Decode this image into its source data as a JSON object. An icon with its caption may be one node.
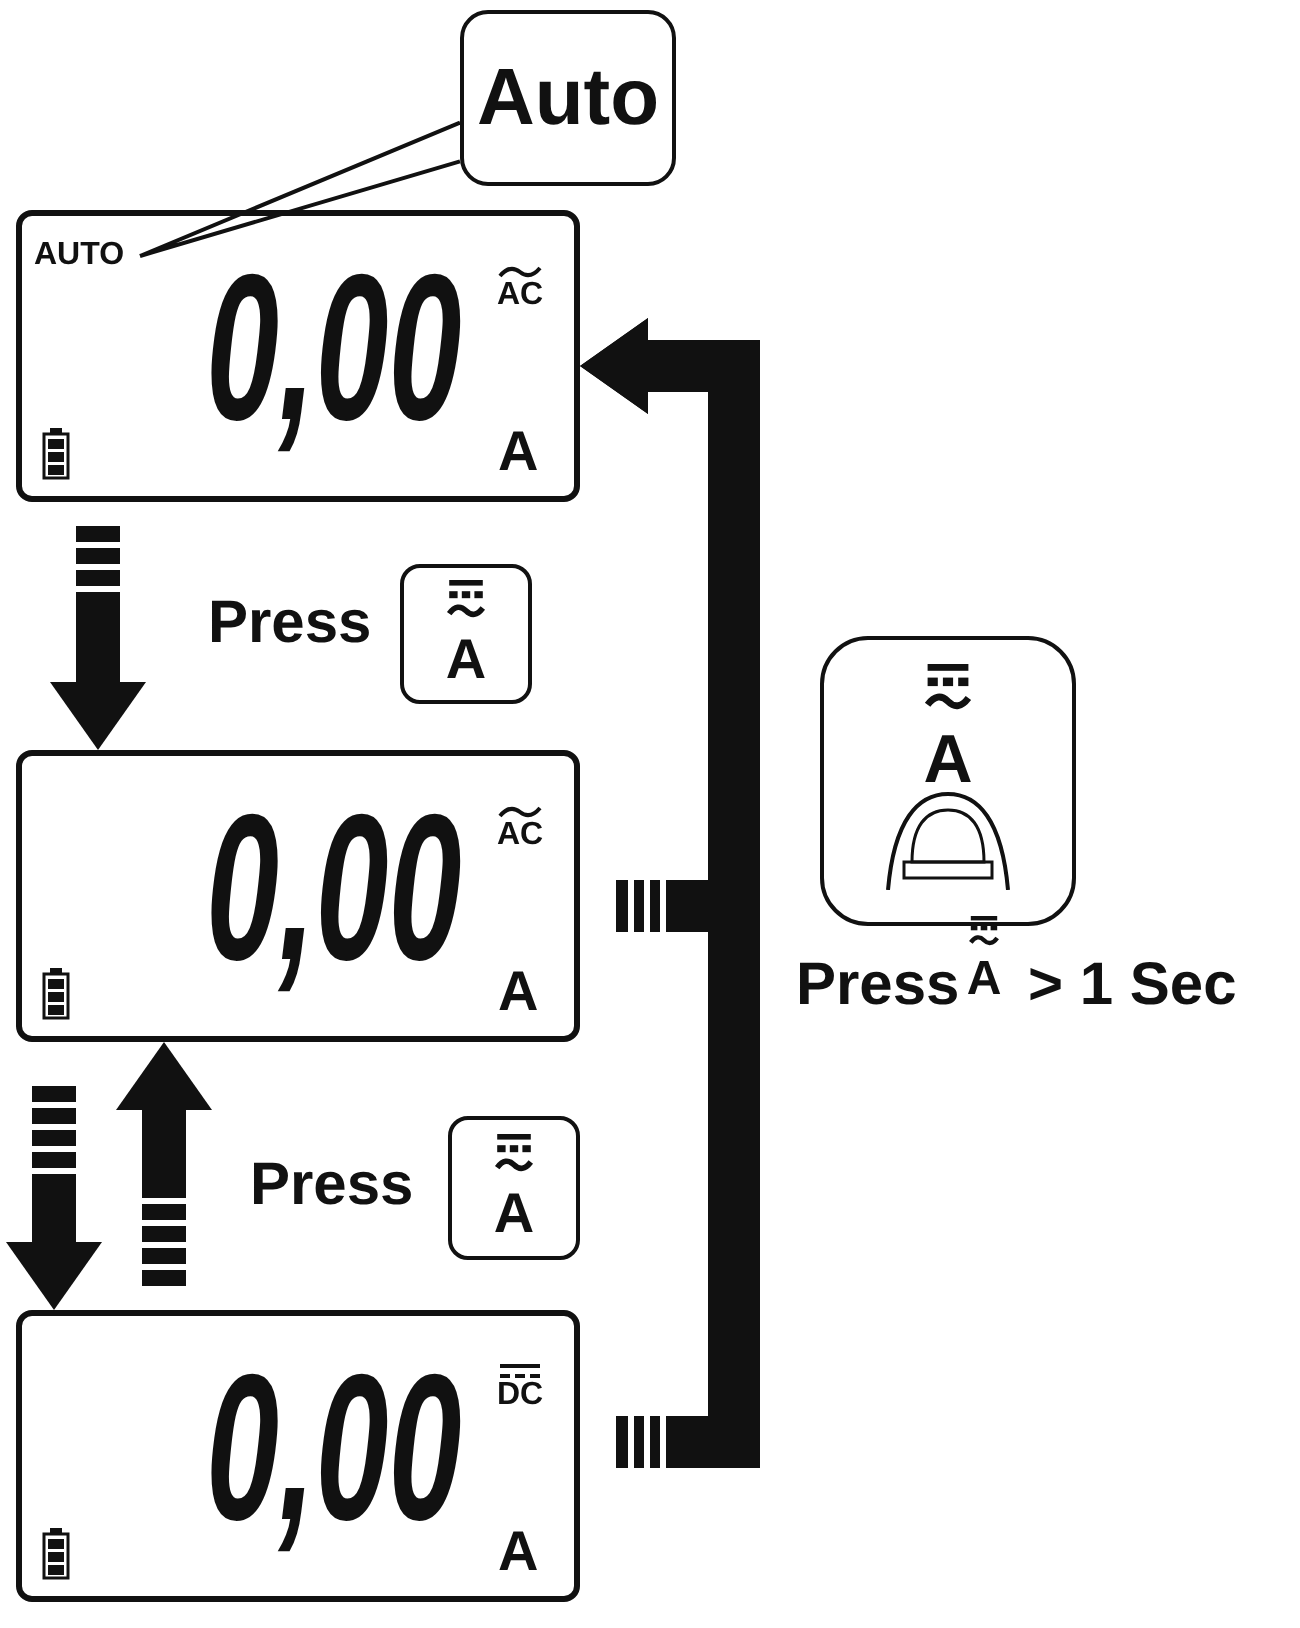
{
  "diagram": {
    "nodes": [
      {
        "text": [
          "0,00",
          "AC",
          "A"
        ]
      },
      {
        "text": [
          "AUTO"
        ],
        "in": 0
      },
      {
        "text": [
          "Auto"
        ]
      },
      {
        "text": [
          "0,00",
          "AC",
          "A"
        ]
      },
      {
        "text": [
          "0,00",
          "DC",
          "A"
        ]
      }
    ],
    "edges": [
      {
        "from": 2,
        "to": 1,
        "arrow": "none"
      },
      {
        "from": 0,
        "to": 3,
        "arrow": "to"
      },
      {
        "from": 3,
        "to": 4,
        "arrow": "to"
      },
      {
        "from": 4,
        "to": 3,
        "arrow": "to"
      },
      {
        "from": 3,
        "to": 0,
        "arrow": "to"
      },
      {
        "from": 4,
        "to": 0,
        "arrow": "to"
      }
    ],
    "labels": [
      "Press",
      "A",
      "A",
      "Press",
      "A",
      "> 1 Sec",
      "Press",
      "A"
    ]
  }
}
